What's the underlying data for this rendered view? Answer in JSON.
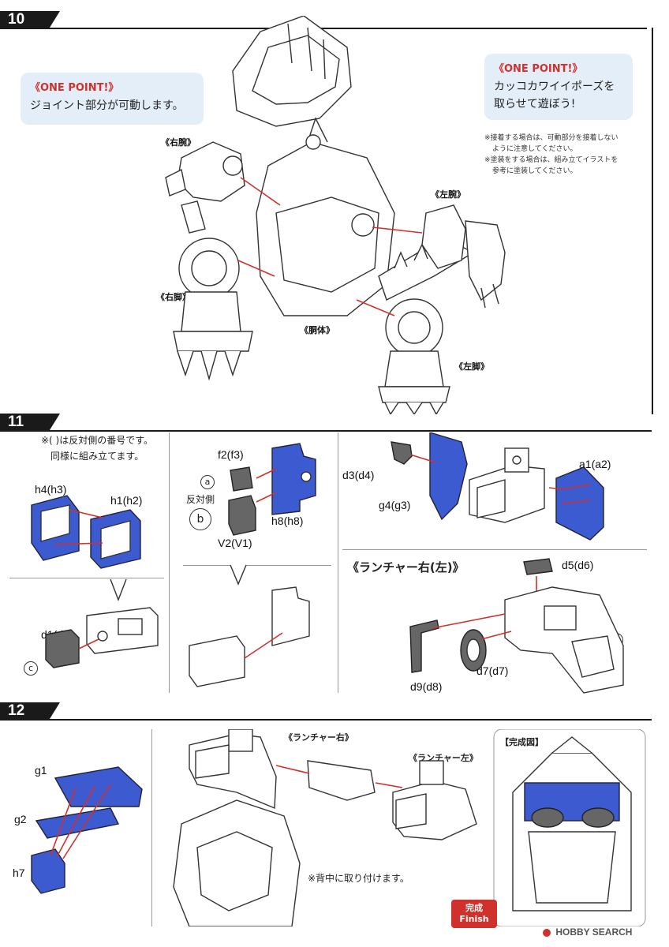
{
  "steps": {
    "s10": "10",
    "s11": "11",
    "s12": "12"
  },
  "step10": {
    "onepoint_left": {
      "title": "《ONE POINT!》",
      "body": "ジョイント部分が可動します。"
    },
    "onepoint_right": {
      "title": "《ONE POINT!》",
      "body_line1": "カッコカワイイポーズを",
      "body_line2": "取らせて遊ぼう!"
    },
    "notes": [
      "※接着する場合は、可動部分を接着しない",
      "ように注意してください。",
      "※塗装をする場合は、組み立てイラストを",
      "参考に塗装してください。"
    ],
    "labels": {
      "right_arm": "《右腕》",
      "left_arm": "《左腕》",
      "right_leg": "《右脚》",
      "body": "《胴体》",
      "left_leg": "《左脚》"
    }
  },
  "step11": {
    "note_line1": "※( )は反対側の番号です。",
    "note_line2": "同様に組み立てます。",
    "parts": {
      "h4": "h4(h3)",
      "h1": "h1(h2)",
      "f2": "f2(f3)",
      "h8": "h8(h8)",
      "v2": "V2(V1)",
      "d3": "d3(d4)",
      "g4": "g4(g3)",
      "a1": "a1(a2)",
      "d1": "d1(d2)",
      "d5": "d5(d6)",
      "d7": "d7(d7)",
      "d9": "d9(d8)"
    },
    "marks": {
      "a": "a",
      "b": "b",
      "c": "c",
      "d": "d"
    },
    "opposite_side": "反対側",
    "launcher_title": "《ランチャー右(左)》"
  },
  "step12": {
    "parts": {
      "g1": "g1",
      "g2": "g2",
      "h7": "h7"
    },
    "launcher_right": "《ランチャー右》",
    "launcher_left": "《ランチャー左》",
    "attach_note": "※背中に取り付けます。",
    "complete_label": "【完成図】",
    "finish_jp": "完成",
    "finish_en": "Finish"
  },
  "watermark": "HOBBY SEARCH",
  "colors": {
    "accent_red": "#d0312d",
    "part_blue": "#3d5bd1",
    "box_bg": "#e4eef8"
  }
}
